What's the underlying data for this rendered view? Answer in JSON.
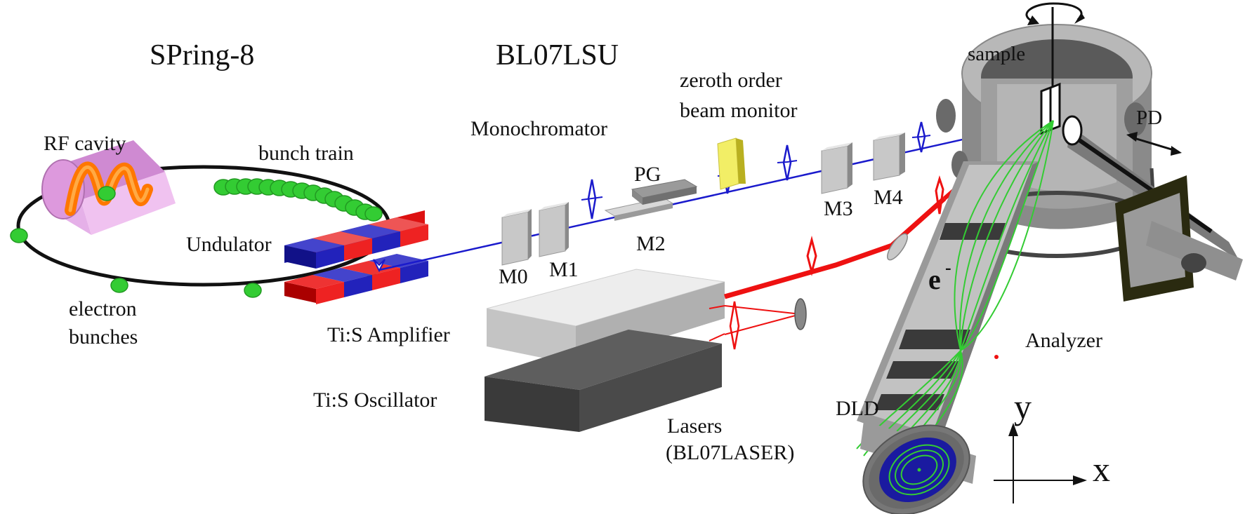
{
  "labels": {
    "spring8": "SPring-8",
    "bl07lsu": "BL07LSU",
    "sample": "sample",
    "zeroth_line1": "zeroth order",
    "zeroth_line2": "beam monitor",
    "monochromator": "Monochromator",
    "rf_cavity": "RF cavity",
    "bunch_train": "bunch train",
    "pg": "PG",
    "pd": "PD",
    "undulator": "Undulator",
    "m0": "M0",
    "m1": "M1",
    "m2": "M2",
    "m3": "M3",
    "m4": "M4",
    "electron_line1": "electron",
    "electron_line2": "bunches",
    "ti_amplifier": "Ti:S Amplifier",
    "ti_oscillator": "Ti:S Oscillator",
    "electron_symbol": "e",
    "electron_sup": "-",
    "analyzer": "Analyzer",
    "dld": "DLD",
    "lasers_line1": "Lasers",
    "lasers_line2": "(BL07LASER)",
    "axis_y": "y",
    "axis_x": "x"
  },
  "colors": {
    "xray_beam": "#1a1acc",
    "laser_beam": "#ee1111",
    "bunch": "#33cc33",
    "rf_cavity": "#d98fd9",
    "rf_coil": "#ff7700",
    "magnet_red": "#dd1111",
    "magnet_blue": "#1a1aaa",
    "mirror": "#c8c8c8",
    "beam_monitor": "#f2ee66",
    "chamber": "#9a9a9a",
    "detector": "#1a1aa0",
    "trajectory": "#33cc33",
    "frame": "#2a2a10"
  }
}
